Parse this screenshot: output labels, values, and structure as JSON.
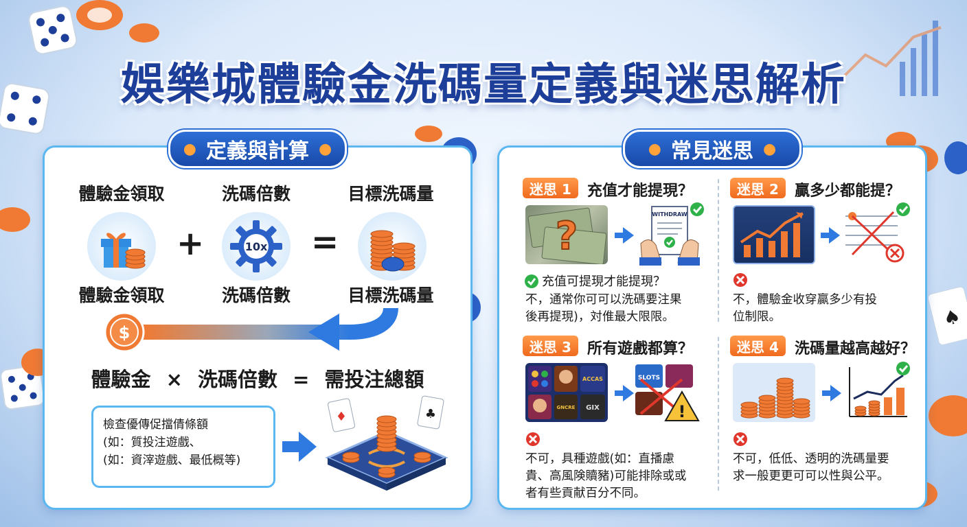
{
  "title": "娛樂城體驗金洗碼量定義與迷思解析",
  "left_panel": {
    "tag": "定義與計算",
    "top_labels": [
      "體驗金領取",
      "洗碼倍數",
      "目標洗碼量"
    ],
    "bottom_labels": [
      "體驗金領取",
      "洗碼倍數",
      "目標洗碼量"
    ],
    "plus": "+",
    "equals": "=",
    "multiplier_text": "10x",
    "coin_symbol": "$",
    "formula": {
      "a": "體驗金",
      "times": "×",
      "b": "洗碼倍數",
      "eq": "=",
      "c": "需投注總額"
    },
    "note_lines": [
      "檢查優傳促擋倩條額",
      "(如：質投注遊戲、",
      "(如：資滓遊戲、最低概等)"
    ]
  },
  "right_panel": {
    "tag": "常見迷思",
    "myths": [
      {
        "badge": "迷思 1",
        "question": "充值才能提現？",
        "status": "check",
        "receipt_text": "WITHDRAW",
        "answer_title": "充值可提現才能提現？",
        "answer": [
          "不，通常你可可以洗碼要注果",
          "後再提現)，対倠最大限限。"
        ]
      },
      {
        "badge": "迷思 2",
        "question": "贏多少都能提？",
        "status": "cross",
        "answer_title": "",
        "answer": [
          "不，體驗金收穿贏多少有投",
          "位制限。"
        ]
      },
      {
        "badge": "迷思 3",
        "question": "所有遊戲都算？",
        "status": "cross",
        "game_labels": [
          "ACCAS",
          "GNCRE",
          "SLOTS"
        ],
        "answer": [
          "不可，具種遊戲(如：直播慮",
          "貴、高風険贖豬)可能排除或或",
          "者有些貢献百分不同。"
        ]
      },
      {
        "badge": "迷思 4",
        "question": "洗碼量越高越好？",
        "status": "cross",
        "answer": [
          "不可，低低、透明的洗碼量要",
          "求一般更更可可以性與公平。"
        ]
      }
    ]
  },
  "colors": {
    "title": "#1d3f9a",
    "accent_blue": "#2e6fd6",
    "accent_orange": "#f06a1e",
    "panel_border": "#5bb7f0",
    "check": "#2fb14a",
    "cross": "#e0372c"
  }
}
